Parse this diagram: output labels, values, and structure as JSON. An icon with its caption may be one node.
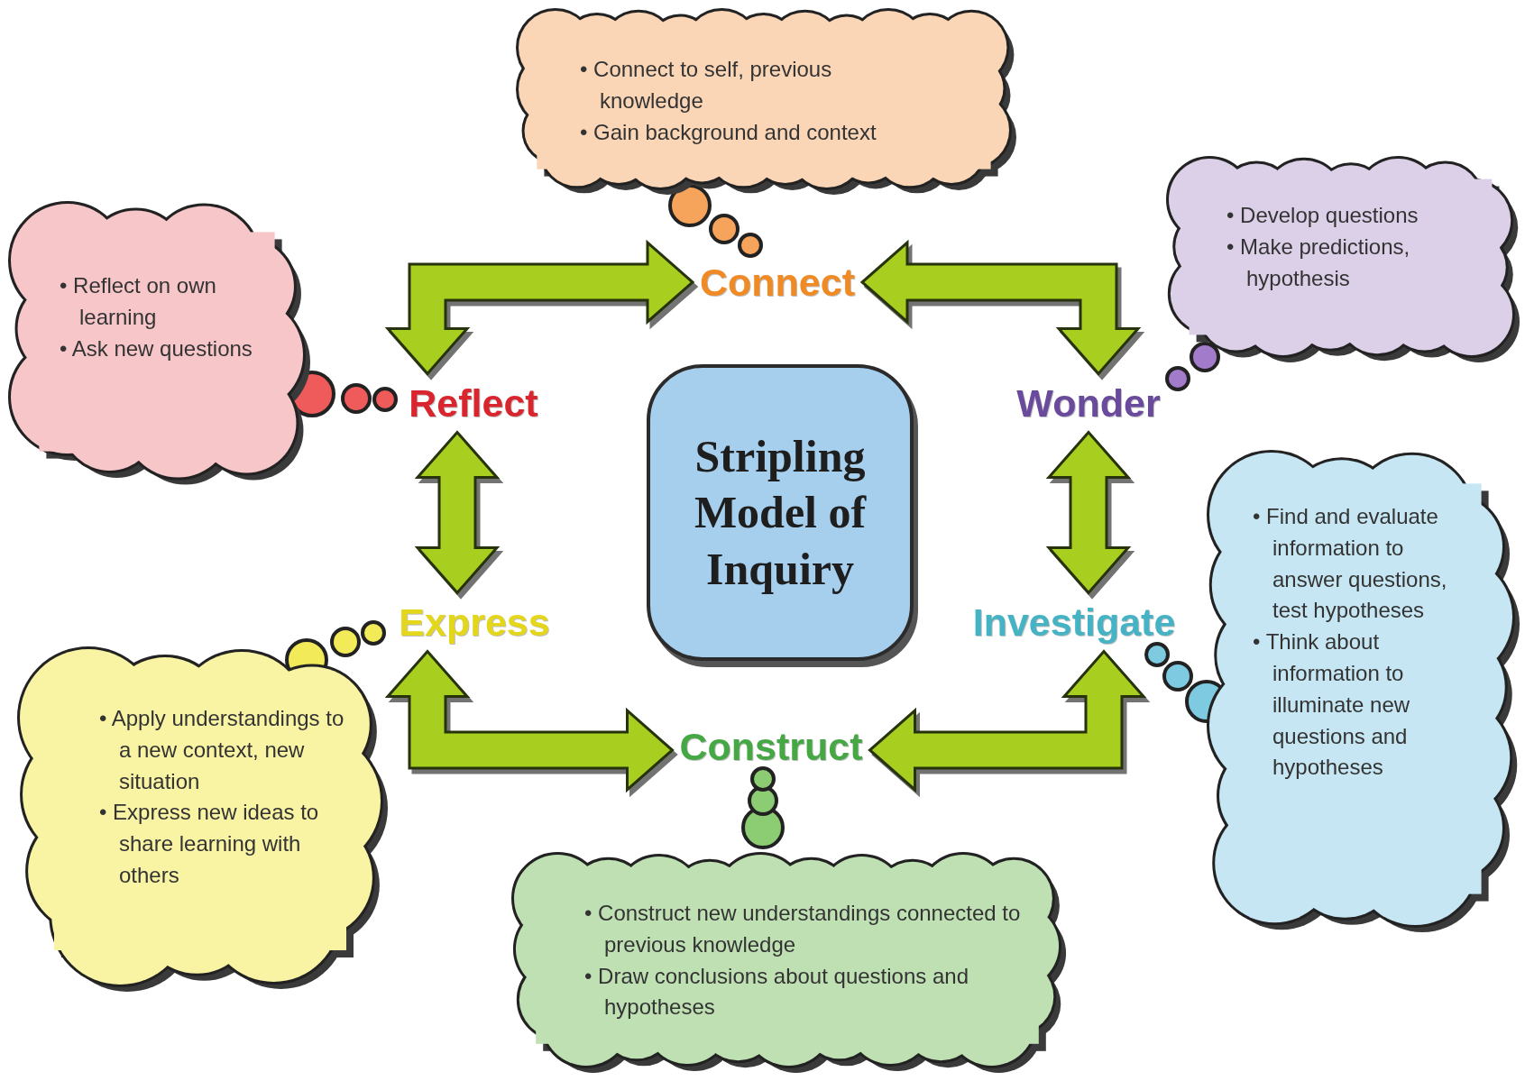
{
  "diagram": {
    "nodes": [
      {
        "text": [
          "Stripling Model of Inquiry"
        ]
      },
      {
        "text": [
          "Connect"
        ]
      },
      {
        "text": [
          "Wonder"
        ]
      },
      {
        "text": [
          "Investigate"
        ]
      },
      {
        "text": [
          "Construct"
        ]
      },
      {
        "text": [
          "Express"
        ]
      },
      {
        "text": [
          "Reflect"
        ]
      },
      {
        "text": [
          "• Connect to self, previous knowledge",
          "• Gain background and context"
        ]
      },
      {
        "text": [
          "• Develop questions",
          "• Make predictions, hypothesis"
        ]
      },
      {
        "text": [
          "• Find and evaluate information to answer questions, test hypotheses",
          "• Think about information to illuminate new questions and hypotheses"
        ]
      },
      {
        "text": [
          "• Construct new understandings connected to previous knowledge",
          "• Draw conclusions about questions and hypotheses"
        ]
      },
      {
        "text": [
          "• Apply understandings to a new context, new situation",
          "• Express new ideas to share learning with others"
        ]
      },
      {
        "text": [
          "• Reflect on own learning",
          "• Ask new questions"
        ]
      }
    ],
    "edges": [
      {
        "from": 1,
        "to": 2,
        "arrow": "both"
      },
      {
        "from": 2,
        "to": 3,
        "arrow": "both"
      },
      {
        "from": 3,
        "to": 4,
        "arrow": "both"
      },
      {
        "from": 4,
        "to": 5,
        "arrow": "both"
      },
      {
        "from": 5,
        "to": 6,
        "arrow": "both"
      },
      {
        "from": 6,
        "to": 1,
        "arrow": "both"
      }
    ]
  }
}
